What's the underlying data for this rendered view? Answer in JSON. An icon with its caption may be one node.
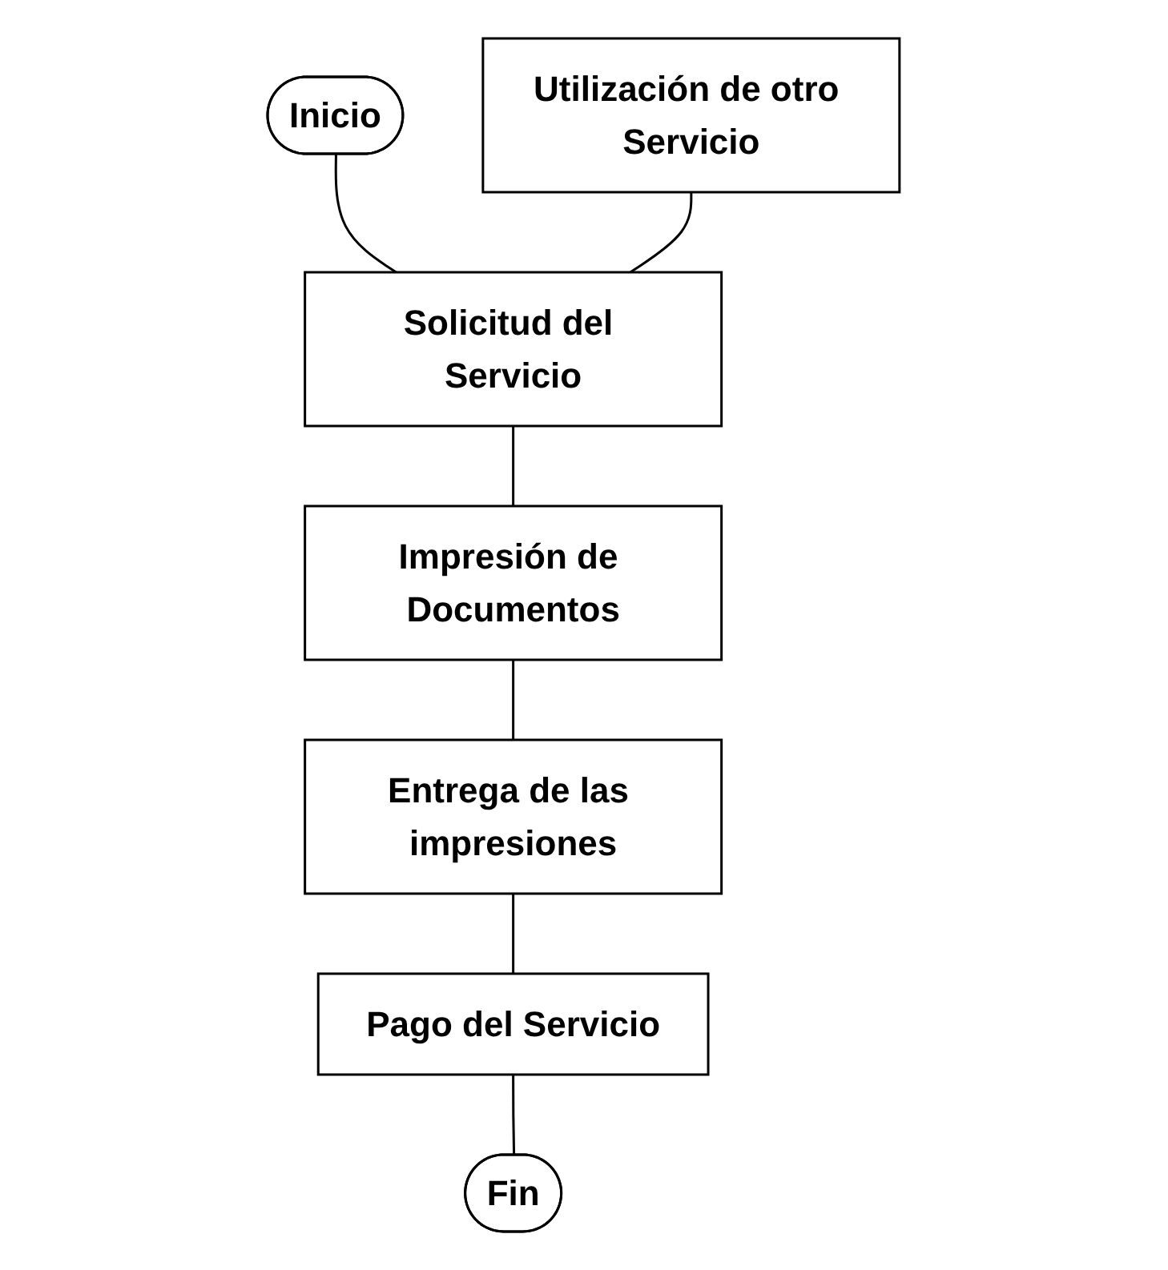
{
  "diagram": {
    "nodes": [
      {
        "text": [
          "Inicio"
        ]
      },
      {
        "text": [
          "Utilización de otro Servicio"
        ]
      },
      {
        "text": [
          "Solicitud del Servicio"
        ]
      },
      {
        "text": [
          "Impresión de Documentos"
        ]
      },
      {
        "text": [
          "Entrega de las impresiones"
        ]
      },
      {
        "text": [
          "Pago del Servicio"
        ]
      },
      {
        "text": [
          "Fin"
        ]
      }
    ],
    "edges": [
      {
        "from": 0,
        "to": 2,
        "arrow": "none"
      },
      {
        "from": 1,
        "to": 2,
        "arrow": "none"
      },
      {
        "from": 2,
        "to": 3,
        "arrow": "none"
      },
      {
        "from": 3,
        "to": 4,
        "arrow": "none"
      },
      {
        "from": 4,
        "to": 5,
        "arrow": "none"
      },
      {
        "from": 5,
        "to": 6,
        "arrow": "none"
      }
    ]
  }
}
